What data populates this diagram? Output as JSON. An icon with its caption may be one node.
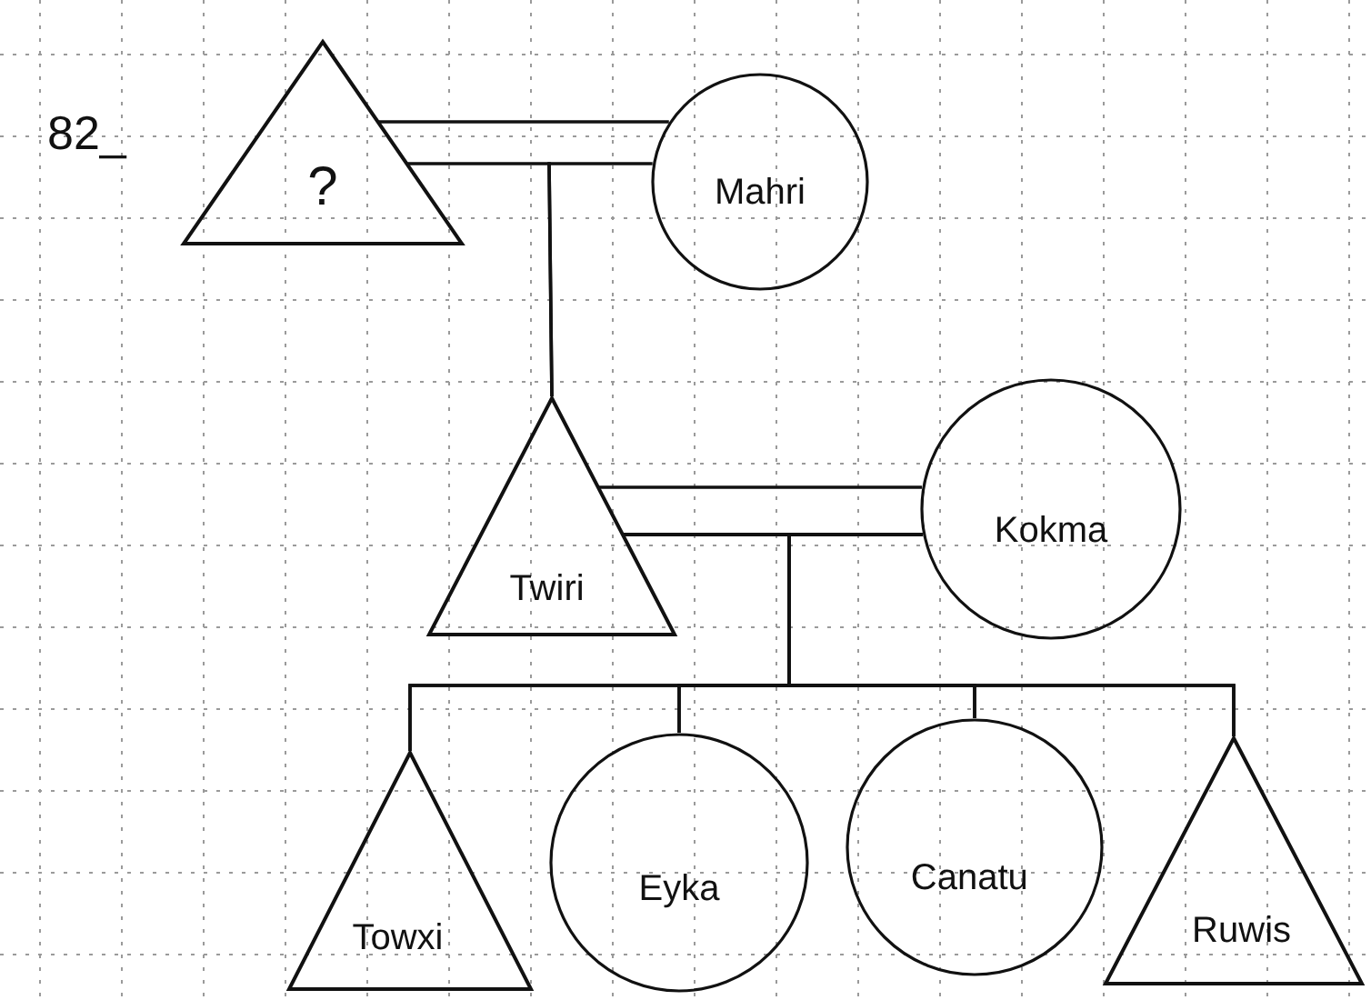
{
  "diagram": {
    "nodes": [
      {
        "text": [
          "?"
        ]
      },
      {
        "text": [
          "Mahri"
        ]
      },
      {
        "text": [
          "Twiri"
        ]
      },
      {
        "text": [
          "Kokma"
        ]
      },
      {
        "text": [
          "Towxi"
        ]
      },
      {
        "text": [
          "Eyka"
        ]
      },
      {
        "text": [
          "Canatu"
        ]
      },
      {
        "text": [
          "Ruwis"
        ]
      }
    ],
    "edges": [
      {
        "from": 0,
        "to": 1,
        "arrow": "none"
      },
      {
        "from": 0,
        "to": 2,
        "arrow": "none"
      },
      {
        "from": 1,
        "to": 2,
        "arrow": "none"
      },
      {
        "from": 2,
        "to": 3,
        "arrow": "none"
      },
      {
        "from": 2,
        "to": 4,
        "arrow": "none"
      },
      {
        "from": 2,
        "to": 5,
        "arrow": "none"
      },
      {
        "from": 2,
        "to": 6,
        "arrow": "none"
      },
      {
        "from": 2,
        "to": 7,
        "arrow": "none"
      },
      {
        "from": 3,
        "to": 4,
        "arrow": "none"
      },
      {
        "from": 3,
        "to": 5,
        "arrow": "none"
      },
      {
        "from": 3,
        "to": 6,
        "arrow": "none"
      },
      {
        "from": 3,
        "to": 7,
        "arrow": "none"
      }
    ],
    "labels": [
      "82_"
    ]
  }
}
